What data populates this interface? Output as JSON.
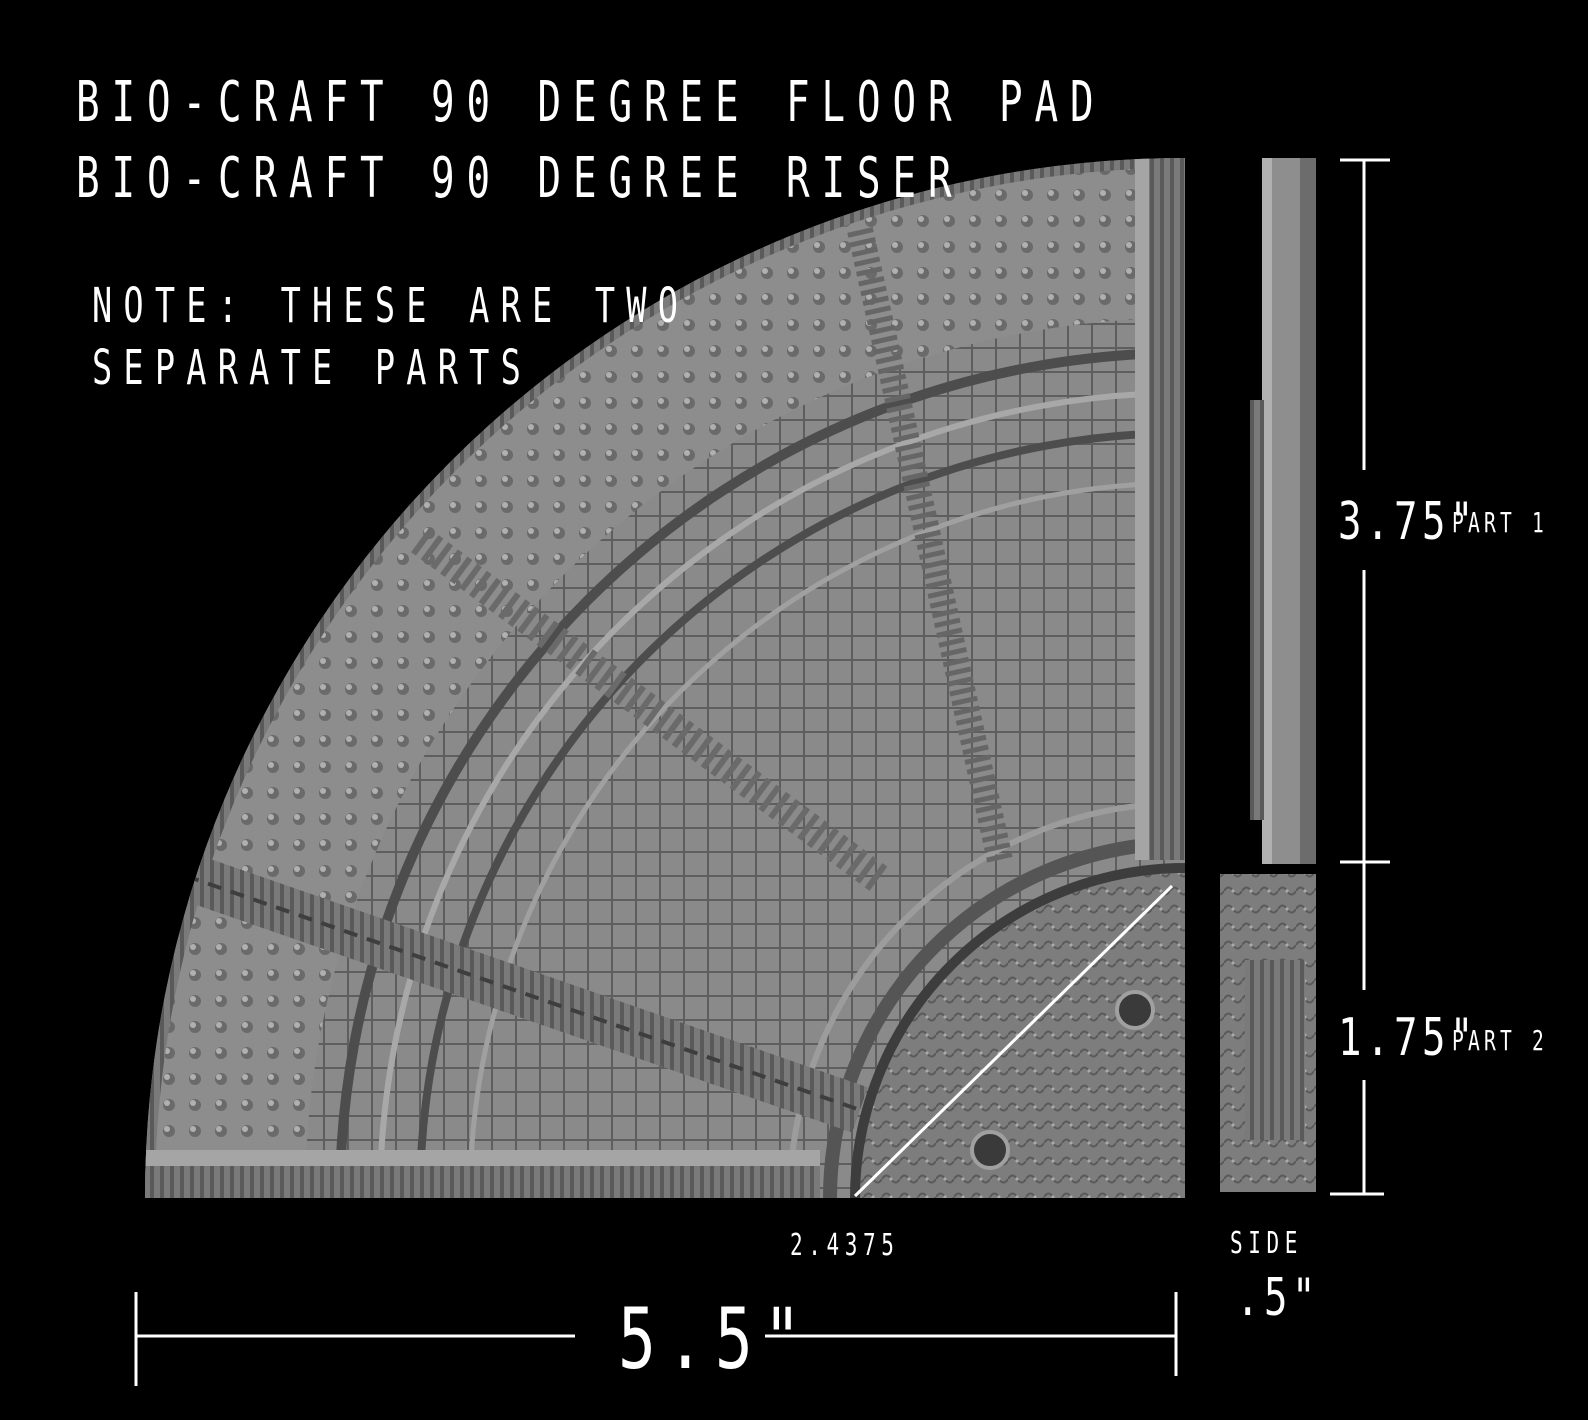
{
  "title": {
    "line1": "BIO-CRAFT 90 DEGREE FLOOR PAD",
    "line2": "BIO-CRAFT 90 DEGREE RISER"
  },
  "note": {
    "line1": "NOTE: THESE ARE TWO",
    "line2": "SEPARATE PARTS"
  },
  "dimensions": {
    "part1_height": "3.75\"",
    "part1_label": "PART 1",
    "part2_height": "1.75\"",
    "part2_label": "PART 2",
    "inner_radius": "2.4375",
    "side_label": "SIDE",
    "side_width": ".5\"",
    "total_width": "5.5\""
  },
  "colors": {
    "background": "#000000",
    "model": "#8a8a8a",
    "model_dark": "#4a4a4a",
    "model_light": "#b5b5b5",
    "annotation": "#ffffff"
  }
}
